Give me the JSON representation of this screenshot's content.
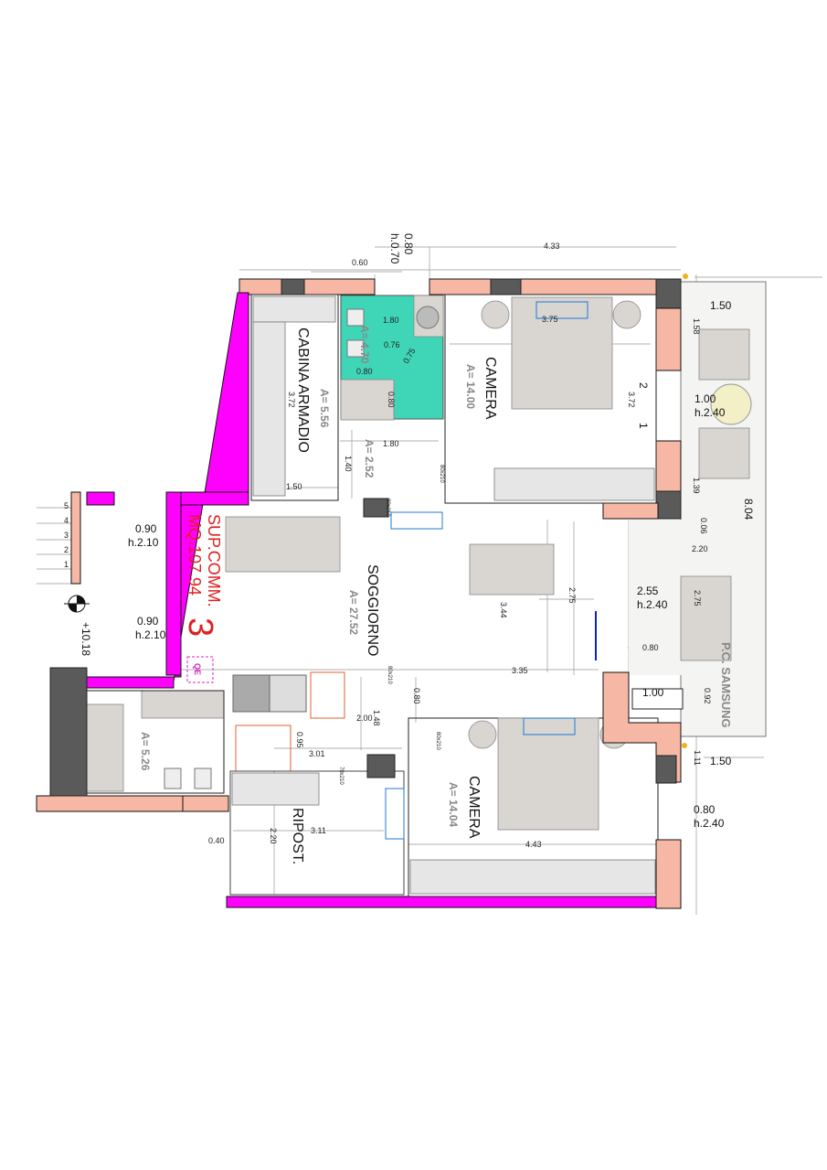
{
  "plan": {
    "unit_number": "3",
    "sup_comm_label": "SUP.COMM.",
    "sup_comm_value": "MQ.107.94",
    "elevation": "+10.18",
    "qe_label": "QE",
    "balcony_label": "P.C. SAMSUNG"
  },
  "rooms": {
    "cabina": {
      "name": "CABINA ARMADIO",
      "area": "A= 5.56"
    },
    "bagno1": {
      "area": "A= 4.70"
    },
    "disimpegno": {
      "area": "A= 2.52"
    },
    "camera1": {
      "name": "CAMERA",
      "area": "A= 14.00"
    },
    "soggiorno": {
      "name": "SOGGIORNO",
      "area": "A= 27.52"
    },
    "bagno2": {
      "area": "A= 5.26"
    },
    "ripost": {
      "name": "RIPOST."
    },
    "camera2": {
      "name": "CAMERA",
      "area": "A= 14.04"
    }
  },
  "dimensions": {
    "top_060": "0.60",
    "top_080": "0.80",
    "top_h070": "h.0.70",
    "top_433": "4.33",
    "bath_180a": "1.80",
    "bath_076": "0.76",
    "bath_080a": "0.80",
    "bath_075": "0.75",
    "bath_080b": "0.80",
    "dis_180": "1.80",
    "dis_140": "1.40",
    "cab_372": "3.72",
    "cab_150": "1.50",
    "cam_375": "3.75",
    "cam_372": "3.72",
    "door_80x210a": "80x210",
    "door_80x210b": "80x210",
    "door_80x210c": "80x210",
    "door_80x210d": "80x210",
    "door_70x210": "70x210",
    "bal_150a": "1.50",
    "bal_158": "1.58",
    "bal_100": "1.00",
    "bal_h240a": "h.2.40",
    "bal_139": "1.39",
    "bal_804": "8.04",
    "bal_006": "0.06",
    "bal_220": "2.20",
    "bal_275": "2.75",
    "bal_080": "0.80",
    "bal_092": "0.92",
    "bal_111": "1.11",
    "bal_150b": "1.50",
    "win_255": "2.55",
    "win_h240": "h.2.40",
    "win_080": "0.80",
    "win_h240b": "h.2.40",
    "ac_100": "1.00",
    "sog_275": "2.75",
    "sog_344": "3.44",
    "sog_335": "3.35",
    "sog_080": "0.80",
    "sog_148": "1.48",
    "sog_200": "2.00",
    "sog_095": "0.95",
    "rip_301": "3.01",
    "rip_311": "3.11",
    "rip_220": "2.20",
    "rip_040": "0.40",
    "cam2_443": "4.43",
    "ent_090a": "0.90",
    "ent_h210a": "h.2.10",
    "ent_090b": "0.90",
    "ent_h210b": "h.2.10",
    "stair_1": "1",
    "stair_2": "2",
    "stair_3": "3",
    "stair_4": "4",
    "stair_5": "5",
    "door_num_1": "1",
    "door_num_2": "2"
  },
  "colors": {
    "wall": "#f6b8a4",
    "perimeter": "#ff00ff",
    "bath_tile": "#3fd6b8",
    "pillar": "#5a5a5a",
    "annotation_red": "#e02020",
    "ac_blue": "#1f78d1"
  }
}
